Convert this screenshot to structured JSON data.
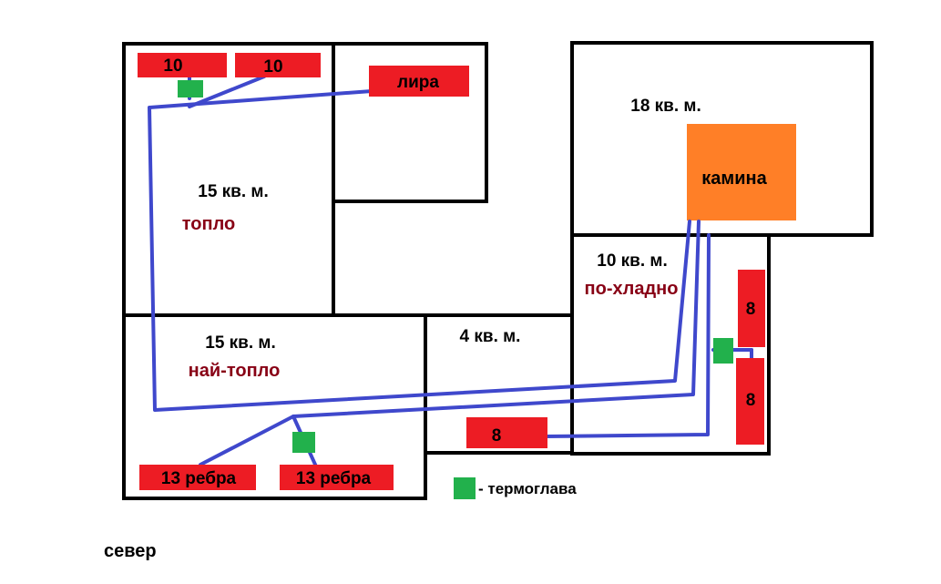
{
  "colors": {
    "wall": "#000000",
    "radiator": "#ed1c24",
    "pipe": "#3f48cc",
    "thermo_head": "#22b14c",
    "fireplace": "#ff7f27",
    "temp_note": "#880015",
    "text": "#000000"
  },
  "rooms": [
    {
      "area": "15 кв. м.",
      "note": "топло"
    },
    {
      "area": "15 кв. м.",
      "note": "най-топло"
    },
    {
      "area": "4 кв. м.",
      "note": ""
    },
    {
      "area": "18 кв. м.",
      "note": ""
    },
    {
      "area": "10 кв. м.",
      "note": "по-хладно"
    }
  ],
  "radiators": [
    {
      "label": "10"
    },
    {
      "label": "10"
    },
    {
      "label": "лира"
    },
    {
      "label": "8"
    },
    {
      "label": "8"
    },
    {
      "label": "8"
    },
    {
      "label": "13 ребра"
    },
    {
      "label": "13 ребра"
    }
  ],
  "fireplace": {
    "label": "камина"
  },
  "legend": {
    "label": "- термоглава",
    "icon": "thermo-head-icon"
  },
  "compass": {
    "label": "север"
  }
}
